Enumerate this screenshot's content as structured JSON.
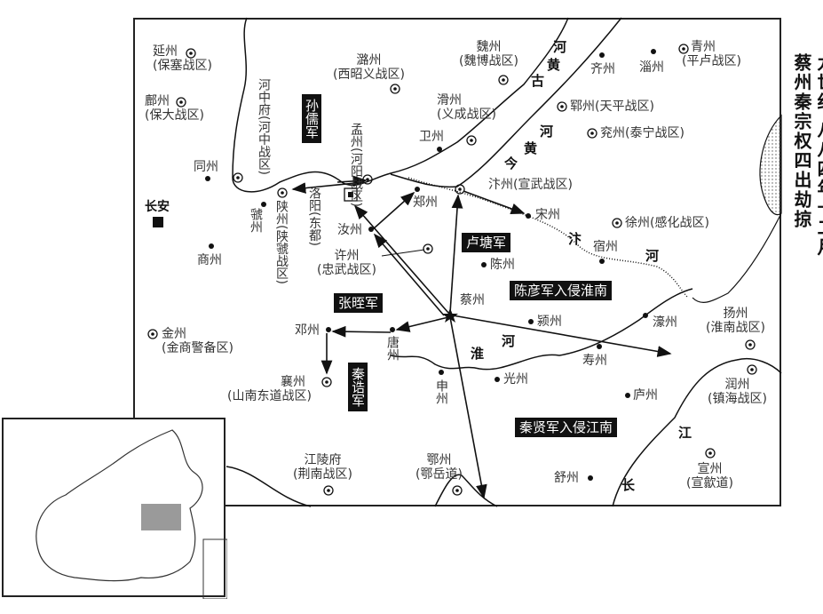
{
  "title": [
    "九世纪·八八四年十二月",
    "蔡州秦宗权四出劫掠"
  ],
  "places": {
    "yanzhou": {
      "name": "延州",
      "sub": "(保塞战区)"
    },
    "fuzhou": {
      "name": "鄜州",
      "sub": "(保大战区)"
    },
    "luzhou": {
      "name": "潞州",
      "sub": "(西昭义战区)"
    },
    "weizhou_wb": {
      "name": "魏州",
      "sub": "(魏博战区)"
    },
    "huazhou": {
      "name": "滑州",
      "sub": "(义成战区)"
    },
    "weizhou": {
      "name": "卫州"
    },
    "qizhou": {
      "name": "齐州"
    },
    "zizhou": {
      "name": "淄州"
    },
    "qingzhou": {
      "name": "青州",
      "sub": "(平卢战区)"
    },
    "yunzhou": {
      "name": "郓州(天平战区)"
    },
    "yanzhou2": {
      "name": "兖州(泰宁战区)"
    },
    "bianzhou": {
      "name": "汴州(宣武战区)"
    },
    "zhengzhou": {
      "name": "郑州"
    },
    "songzhou": {
      "name": "宋州"
    },
    "xuzhou_gh": {
      "name": "徐州(感化战区)"
    },
    "suzhou": {
      "name": "宿州"
    },
    "chenzhou": {
      "name": "陈州"
    },
    "caizhou": {
      "name": "蔡州"
    },
    "yingzhou": {
      "name": "颍州"
    },
    "haozhou": {
      "name": "濠州"
    },
    "yangzhou": {
      "name": "扬州",
      "sub": "(淮南战区)"
    },
    "shouzhou": {
      "name": "寿州"
    },
    "runzhou": {
      "name": "润州",
      "sub": "(镇海战区)"
    },
    "luzhou2": {
      "name": "庐州"
    },
    "guangzhou": {
      "name": "光州"
    },
    "shenzhou": {
      "name": "申州"
    },
    "tangzhou": {
      "name": "唐州"
    },
    "dengzhou": {
      "name": "邓州"
    },
    "xiangzhou": {
      "name": "襄州",
      "sub": "(山南东道战区)"
    },
    "jinzhou": {
      "name": "金州",
      "sub": "(金商警备区)"
    },
    "jiangling": {
      "name": "江陵府",
      "sub": "(荆南战区)"
    },
    "ezhou": {
      "name": "鄂州",
      "sub": "(鄂岳道)"
    },
    "shuzhou": {
      "name": "舒州"
    },
    "xuanzhou": {
      "name": "宣州",
      "sub": "(宣歙道)"
    },
    "xuzhou": {
      "name": "许州",
      "sub": "(忠武战区)"
    },
    "ruzhou": {
      "name": "汝州"
    },
    "luoyang": {
      "name": "洛阳",
      "sub": "(东都)"
    },
    "mengzhou": {
      "name": "孟州",
      "sub": "(河阳战区)"
    },
    "hezhongfu": {
      "name": "河中府",
      "sub": "(河中战区)"
    },
    "shanzhou": {
      "name": "陕州",
      "sub": "(陕虢战区)"
    },
    "guozhou": {
      "name": "虢州"
    },
    "tongzhou": {
      "name": "同州"
    },
    "changan": {
      "name": "长安"
    },
    "shangzhou": {
      "name": "商州"
    }
  },
  "rivers": {
    "gu_huanghe": [
      "河",
      "黄",
      "古"
    ],
    "jin_huanghe": [
      "河",
      "黄",
      "今"
    ],
    "bianhe": [
      "汴",
      "河"
    ],
    "huaihe": [
      "淮",
      "河"
    ],
    "changjiang": [
      "江",
      "长"
    ]
  },
  "armies": {
    "sunru": "孙儒军",
    "lutang": "卢塘军",
    "zhangzhi": "张晊军",
    "qingao": "秦诰军",
    "chenyan": "陈彦军入侵淮南",
    "qinxian": "秦贤军入侵江南"
  },
  "colors": {
    "ink": "#111111",
    "inset_highlight": "#9a9a9a"
  }
}
